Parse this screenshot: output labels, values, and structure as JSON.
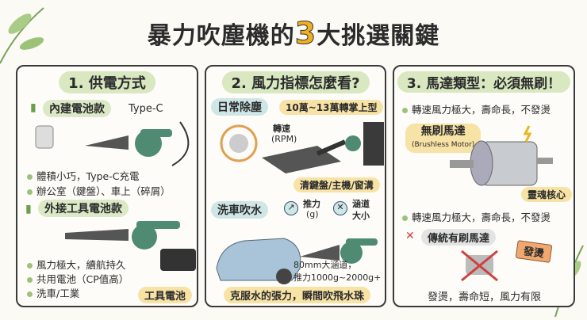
{
  "title": {
    "before": "暴力吹塵機的",
    "number": "3",
    "after": "大挑選關鍵"
  },
  "panel1": {
    "heading": "1. 供電方式",
    "builtin": {
      "label": "內建電池款",
      "connector": "Type-C",
      "bullets": [
        "體積小巧，Type-C充電",
        "辦公室（鍵盤）、車上（碎屑）"
      ]
    },
    "external": {
      "label": "外接工具電池款",
      "bullets": [
        "風力極大，續航持久",
        "共用電池（CP值高）",
        "洗車/工業"
      ],
      "battery_label": "工具電池"
    }
  },
  "panel2": {
    "heading": "2. 風力指標怎麼看?",
    "daily": {
      "label": "日常除塵",
      "spec": "10萬~13萬轉掌上型",
      "rpm_label": "轉速",
      "rpm_unit": "(RPM)",
      "use": "清鍵盤/主機/窗溝"
    },
    "carwash": {
      "label": "洗車吹水",
      "thrust_label": "推力",
      "thrust_unit": "(g)",
      "duct_label": "涵道",
      "duct_sub": "大小",
      "spec_line1": "80mm大涵道，",
      "spec_line2": "推力1000g~2000g+",
      "summary": "克服水的張力，瞬間吹飛水珠"
    }
  },
  "panel3": {
    "heading": "3. 馬達類型：必須無刷！",
    "bullet_top": "轉速風力極大，壽命長，不發燙",
    "brushless_label": "無刷馬達",
    "brushless_en": "(Brushless Motor)",
    "core_label": "靈魂核心",
    "bullet_mid": "轉速風力極大，壽命長，不發燙",
    "brushed_label": "傳統有刷馬達",
    "sign": "發燙",
    "brushed_summary": "發燙，壽命短，風力有限"
  },
  "colors": {
    "accent": "#f0b020",
    "green": "#d9e8c0",
    "teal": "#cfe6e6",
    "yellow": "#f8e3a6",
    "device": "#4f8a72"
  }
}
